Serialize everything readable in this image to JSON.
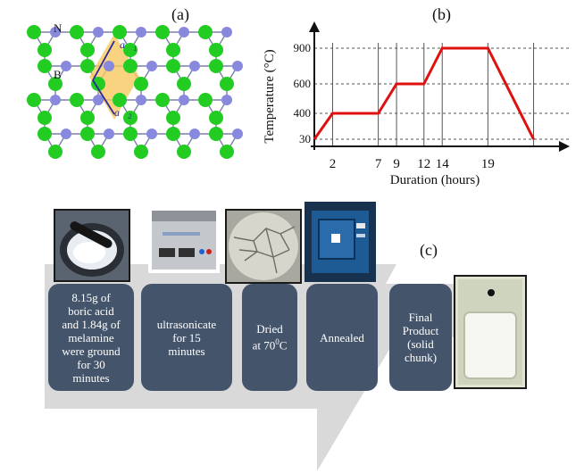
{
  "panel_a": {
    "label": "(a)",
    "atom_n_label": "N",
    "atom_b_label": "B",
    "vector1_label": "a⃗",
    "vector1_sub": "1",
    "vector2_label": "a⃗",
    "vector2_sub": "2",
    "colors": {
      "nitrogen": "#22cc22",
      "boron": "#8888dd",
      "cell": "#f8c860",
      "vector": "#2a2a9a"
    }
  },
  "panel_b": {
    "label": "(b)"
  },
  "panel_c": {
    "label": "(c)"
  },
  "chart_data": {
    "type": "line",
    "xlabel": "Duration (hours)",
    "ylabel": "Temperature (°C)",
    "x_ticks": [
      2,
      7,
      9,
      12,
      14,
      19
    ],
    "y_ticks": [
      30,
      400,
      600,
      900
    ],
    "series": [
      {
        "x": [
          0,
          2,
          7,
          9,
          12,
          14,
          19,
          24
        ],
        "y": [
          30,
          400,
          400,
          600,
          600,
          900,
          900,
          30
        ]
      }
    ],
    "grid": true,
    "colors": {
      "line": "#e01010"
    }
  },
  "process": {
    "steps": [
      {
        "text": "8.15g of\nboric acid\nand 1.84g of\nmelamine\nwere ground\nfor 30\nminutes"
      },
      {
        "text": "ultrasonicate\nfor 15\nminutes"
      },
      {
        "text_before": "Dried\nat 70",
        "sup": "0",
        "text_after": "C"
      },
      {
        "text": "Annealed"
      },
      {
        "text": "Final\nProduct\n(solid\nchunk)"
      }
    ],
    "colors": {
      "box": "#44546a",
      "arrow": "#d9d9d9"
    }
  }
}
